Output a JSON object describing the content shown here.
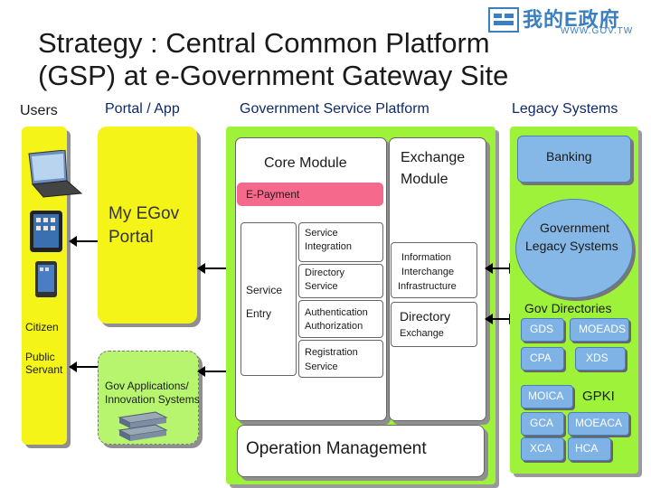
{
  "title_line1": "Strategy : Central Common Platform",
  "title_line2": "(GSP) at e-Government Gateway Site",
  "logo": {
    "text_cn": "我的E政府",
    "url": "WWW.GOV.TW"
  },
  "columns": {
    "users": "Users",
    "portal": "Portal / App",
    "gsp": "Government Service Platform",
    "legacy": "Legacy Systems"
  },
  "users": {
    "citizen": "Citizen",
    "public_servant_1": "Public",
    "public_servant_2": "Servant"
  },
  "portal": {
    "my_egov_1": "My EGov",
    "my_egov_2": "Portal",
    "gov_apps_1": "Gov Applications/",
    "gov_apps_2": "Innovation Systems"
  },
  "gsp": {
    "core_module": "Core Module",
    "e_payment": "E-Payment",
    "service_integration_1": "Service",
    "service_integration_2": "Integration",
    "directory_service_1": "Directory",
    "directory_service_2": "Service",
    "service_entry_1": "Service",
    "service_entry_2": "Entry",
    "auth_1": "Authentication",
    "auth_2": "Authorization",
    "registration_1": "Registration",
    "registration_2": "Service",
    "exchange_module_1": "Exchange",
    "exchange_module_2": "Module",
    "info_1": "Information",
    "info_2": "Interchange",
    "info_3": "Infrastructure",
    "directory_1": "Directory",
    "directory_2": "Exchange",
    "operation": "Operation Management"
  },
  "legacy": {
    "banking": "Banking",
    "gov_legacy_1": "Government",
    "gov_legacy_2": "Legacy Systems",
    "gov_directories": "Gov Directories",
    "gds": "GDS",
    "moeads": "MOEADS",
    "cpa": "CPA",
    "xds": "XDS",
    "moica": "MOICA",
    "gpki": "GPKI",
    "gca": "GCA",
    "moeaca": "MOEACA",
    "xca": "XCA",
    "hca": "HCA"
  }
}
